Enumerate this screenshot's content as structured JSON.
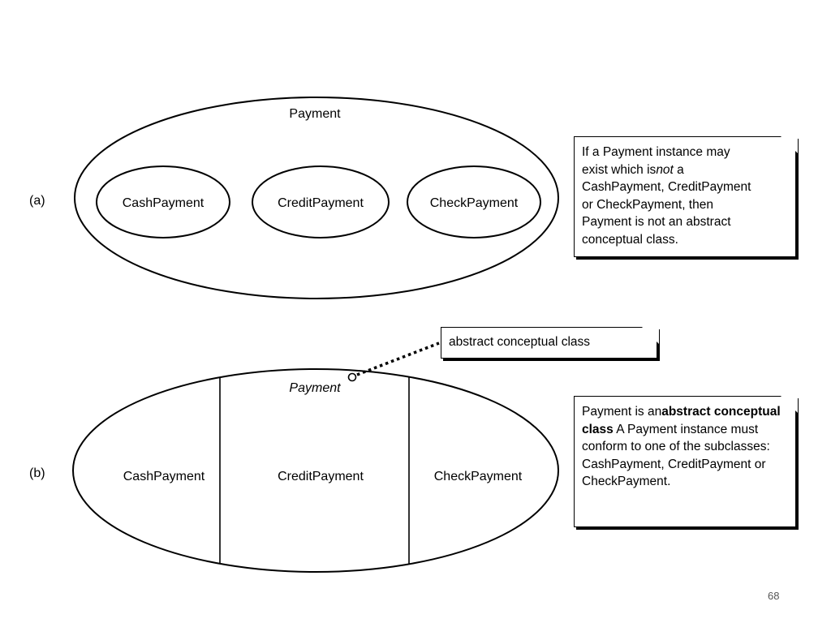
{
  "part_a": {
    "label": "(a)",
    "outer_class": "Payment",
    "subclasses": [
      "CashPayment",
      "CreditPayment",
      "CheckPayment"
    ],
    "note": {
      "line1": "If a  Payment instance may",
      "line2_pre": "exist which is",
      "line2_em": "not",
      "line2_post": " a",
      "line3": "CashPayment, CreditPayment",
      "line4": "or CheckPayment, then",
      "line5": "Payment is not an abstract",
      "line6": "conceptual class."
    }
  },
  "part_b": {
    "label": "(b)",
    "outer_class": "Payment",
    "subclasses": [
      "CashPayment",
      "CreditPayment",
      "CheckPayment"
    ],
    "callout": "abstract conceptual class",
    "note": {
      "pre": "Payment is an",
      "bold": "abstract conceptual class",
      "post": " A Payment instance must conform to one of the subclasses: CashPayment, CreditPayment or CheckPayment."
    }
  },
  "page_number": "68"
}
